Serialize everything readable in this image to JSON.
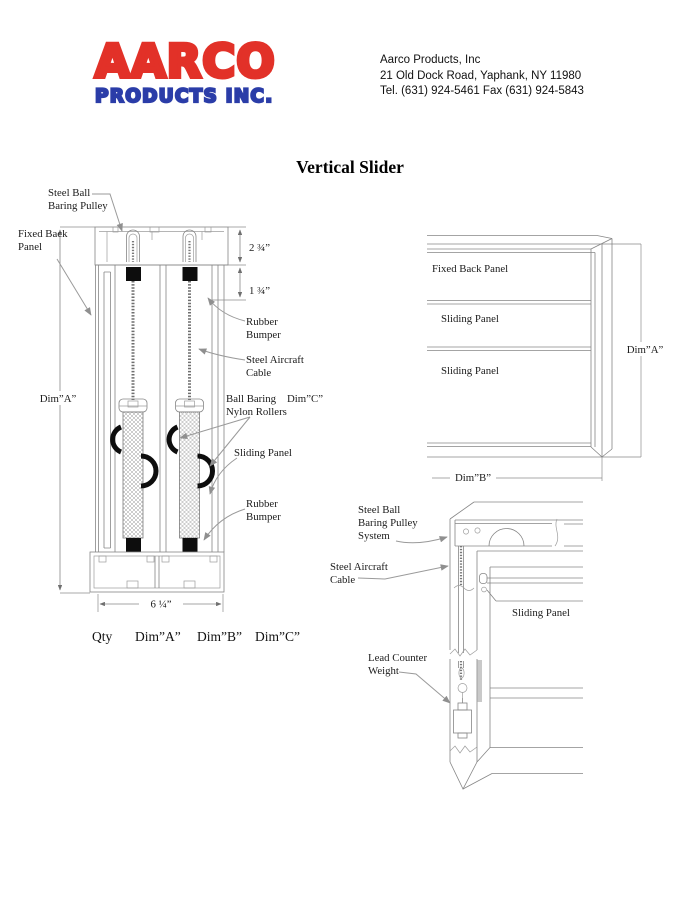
{
  "letterhead": {
    "logo": {
      "line1": "AARCO",
      "line2": "PRODUCTS INC.",
      "red": "#e23128",
      "blue": "#2b3da8"
    },
    "company_name": "Aarco Products, Inc",
    "address": "21 Old Dock Road, Yaphank, NY 11980",
    "phone_fax": "Tel. (631) 924-5461  Fax (631) 924-5843"
  },
  "title": "Vertical Slider",
  "cross_section": {
    "labels": {
      "steel_ball_pulley_1": "Steel Ball",
      "steel_ball_pulley_2": "Baring Pulley",
      "fixed_back_panel_1": "Fixed Back",
      "fixed_back_panel_2": "Panel",
      "rubber_bumper_top_1": "Rubber",
      "rubber_bumper_top_2": "Bumper",
      "steel_cable_1": "Steel Aircraft",
      "steel_cable_2": "Cable",
      "rollers_1": "Ball Baring",
      "rollers_2": "Nylon Rollers",
      "sliding_panel": "Sliding Panel",
      "rubber_bumper_bot_1": "Rubber",
      "rubber_bumper_bot_2": "Bumper"
    },
    "dims": {
      "a": "Dim”A”",
      "c": "Dim”C”",
      "top": "2 ¾”",
      "middle": "1 ¾”",
      "width": "6 ¼”"
    },
    "table_row": {
      "qty": "Qty",
      "dim_a": "Dim”A”",
      "dim_b": "Dim”B”",
      "dim_c": "Dim”C”"
    }
  },
  "front_view": {
    "labels": {
      "fixed_back_panel": "Fixed Back Panel",
      "sliding_panel_1": "Sliding Panel",
      "sliding_panel_2": "Sliding Panel"
    },
    "dims": {
      "a": "Dim”A”",
      "b": "Dim”B”"
    }
  },
  "detail_view": {
    "labels": {
      "pulley_system_1": "Steel Ball",
      "pulley_system_2": "Baring Pulley",
      "pulley_system_3": "System",
      "steel_cable_1": "Steel Aircraft",
      "steel_cable_2": "Cable",
      "sliding_panel": "Sliding Panel",
      "lead_weight_1": "Lead Counter",
      "lead_weight_2": "Weight"
    }
  }
}
